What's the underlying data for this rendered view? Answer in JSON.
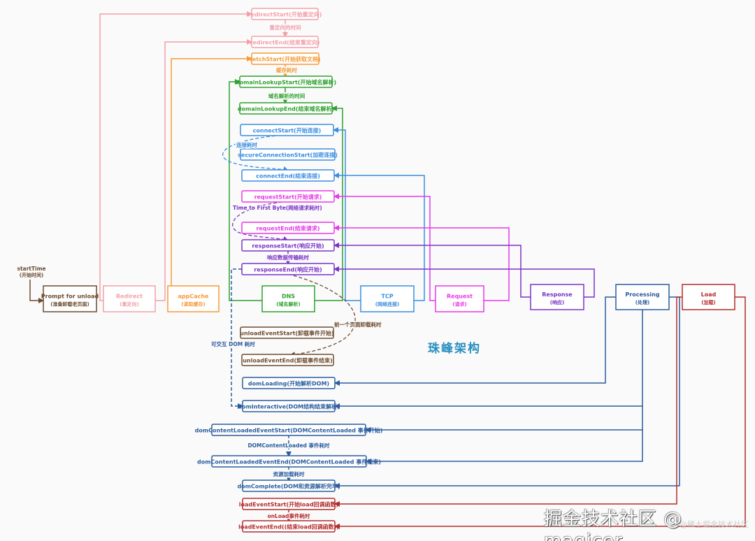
{
  "colors": {
    "redirect": "#f2a0a8",
    "cache": "#f59a36",
    "dns": "#2ea02e",
    "tcp": "#3a8de0",
    "request": "#e838e8",
    "response": "#7a32c8",
    "unload": "#6b4a2e",
    "processing": "#2a5c9e",
    "load": "#b42a2a"
  },
  "start": {
    "line1": "startTime",
    "line2": "(开始时间)"
  },
  "phases": [
    {
      "key": "unload",
      "title": "Prompt for unload",
      "sub": "(准备卸载老页面)"
    },
    {
      "key": "redirect",
      "title": "Redirect",
      "sub": "(重定向)"
    },
    {
      "key": "cache",
      "title": "appCache",
      "sub": "(读取缓存)"
    },
    {
      "key": "dns",
      "title": "DNS",
      "sub": "(域名解析)"
    },
    {
      "key": "tcp",
      "title": "TCP",
      "sub": "(网络连接)"
    },
    {
      "key": "request",
      "title": "Request",
      "sub": "(请求)"
    },
    {
      "key": "response",
      "title": "Response",
      "sub": "(响应)"
    },
    {
      "key": "processing",
      "title": "Processing",
      "sub": "(处理)"
    },
    {
      "key": "load",
      "title": "Load",
      "sub": "(加载)"
    }
  ],
  "events": [
    {
      "key": "redirect",
      "label": "redirectStart(开始重定向)"
    },
    {
      "key": "redirect",
      "label": "redirectEnd(结束重定向)"
    },
    {
      "key": "cache",
      "label": "fetchStart(开始获取文档)"
    },
    {
      "key": "dns",
      "label": "domainLookupStart(开始域名解析)"
    },
    {
      "key": "dns",
      "label": "domainLookupEnd(结束域名解析)"
    },
    {
      "key": "tcp",
      "label": "connectStart(开始连接)"
    },
    {
      "key": "tcp",
      "label": "secureConnectionStart(加密连接)"
    },
    {
      "key": "tcp",
      "label": "connectEnd(结束连接)"
    },
    {
      "key": "request",
      "label": "requestStart(开始请求)"
    },
    {
      "key": "request",
      "label": "requestEnd(结束请求)"
    },
    {
      "key": "response",
      "label": "responseStart(响应开始)"
    },
    {
      "key": "response",
      "label": "responseEnd(响应开始)"
    },
    {
      "key": "unload",
      "label": "unloadEventStart(卸载事件开始)"
    },
    {
      "key": "unload",
      "label": "unloadEventEnd(卸载事件结束)"
    },
    {
      "key": "processing",
      "label": "domLoading(开始解析DOM)"
    },
    {
      "key": "processing",
      "label": "domInteractive(DOM结构结束解析)"
    },
    {
      "key": "processing",
      "label": "domContentLoadedEventStart(DOMContentLoaded 事件开始)"
    },
    {
      "key": "processing",
      "label": "domContentLoadedEventEnd(DOMContentLoaded 事件结束)"
    },
    {
      "key": "processing",
      "label": "domComplete(DOM和资源解析完毕)"
    },
    {
      "key": "load",
      "label": "loadEventStart(开始load回调函数)"
    },
    {
      "key": "load",
      "label": "loadEventEnd((结束load回调函数))"
    }
  ],
  "durations": [
    {
      "key": "redirect",
      "label": "重定向的时间"
    },
    {
      "key": "cache",
      "label": "缓存耗时"
    },
    {
      "key": "dns",
      "label": "域名解析的时间"
    },
    {
      "key": "tcp",
      "label": "连接耗时"
    },
    {
      "key": "response",
      "label": "Time to First Byte(网络请求耗时)"
    },
    {
      "key": "response",
      "label": "响应数据传输耗时"
    },
    {
      "key": "unload",
      "label": "前一个页面卸载耗时"
    },
    {
      "key": "processing",
      "label": "可交互 DOM 耗时"
    },
    {
      "key": "processing",
      "label": "DOMContentLoaded 事件耗时"
    },
    {
      "key": "processing",
      "label": "资源加载耗时"
    },
    {
      "key": "load",
      "label": "onLoad事件耗时"
    }
  ],
  "logo": "珠峰架构",
  "watermark": "掘金技术社区 @ magicer",
  "watermark_small": "@稀土掘金技术社区"
}
